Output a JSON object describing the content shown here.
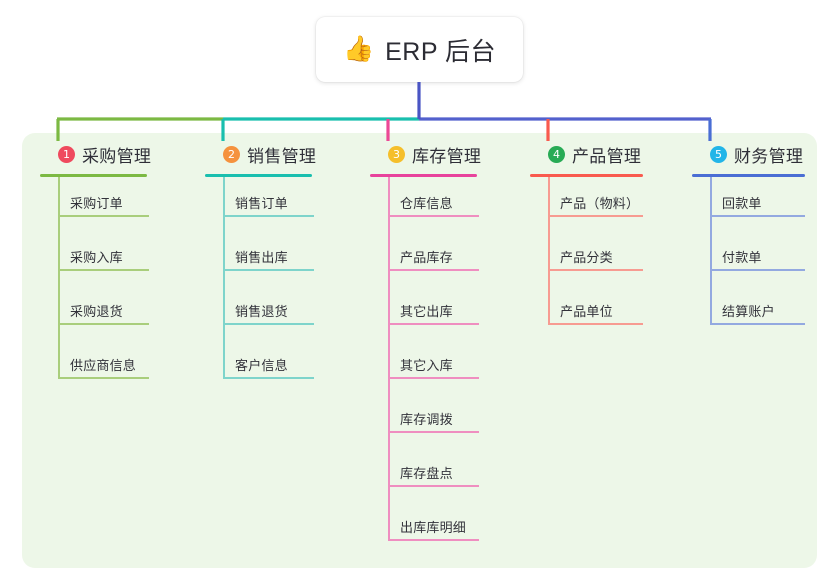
{
  "diagram": {
    "type": "mindmap",
    "background_color": "#ffffff",
    "panel_color": "#edf7e8",
    "root": {
      "icon": "thumbs-up-icon",
      "emoji": "👍",
      "title": "ERP 后台"
    },
    "branches": [
      {
        "index": "1",
        "title": "采购管理",
        "badge_color": "#ef4a5e",
        "line_color": "#7cb943",
        "leaf_line_color": "#a9ce7c",
        "stub_color": "#7cb943",
        "leaves": [
          "采购订单",
          "采购入库",
          "采购退货",
          "供应商信息"
        ]
      },
      {
        "index": "2",
        "title": "销售管理",
        "badge_color": "#f5923e",
        "line_color": "#19bfae",
        "leaf_line_color": "#7ed4cb",
        "stub_color": "#19bfae",
        "leaves": [
          "销售订单",
          "销售出库",
          "销售退货",
          "客户信息"
        ]
      },
      {
        "index": "3",
        "title": "库存管理",
        "badge_color": "#f5bf2b",
        "line_color": "#e8439c",
        "leaf_line_color": "#ef8ec0",
        "stub_color": "#ec4896",
        "leaves": [
          "仓库信息",
          "产品库存",
          "其它出库",
          "其它入库",
          "库存调拨",
          "库存盘点",
          "出库库明细"
        ]
      },
      {
        "index": "4",
        "title": "产品管理",
        "badge_color": "#28ab55",
        "line_color": "#f95a4e",
        "leaf_line_color": "#f79b91",
        "stub_color": "#f95a4e",
        "leaves": [
          "产品（物料）",
          "产品分类",
          "产品单位"
        ]
      },
      {
        "index": "5",
        "title": "财务管理",
        "badge_color": "#22b5e8",
        "line_color": "#4a6ed4",
        "leaf_line_color": "#93a9e0",
        "stub_color": "#4a6ed4",
        "leaves": [
          "回款单",
          "付款单",
          "结算账户"
        ]
      }
    ],
    "trunk": {
      "vertical_color": "#4a55c4",
      "segment_left_color": "#7cb943",
      "segment_mid_color": "#19bfae",
      "segment_right_color": "#5361cd"
    }
  }
}
